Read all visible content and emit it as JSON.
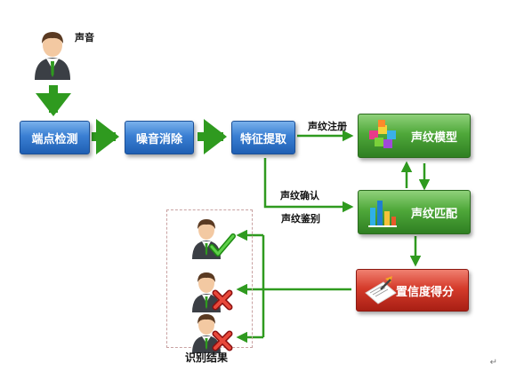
{
  "source_label": "声音",
  "nodes": {
    "endpoint": "端点检测",
    "denoise": "噪音消除",
    "feature": "特征提取",
    "model": "声纹模型",
    "match": "声纹匹配",
    "score": "置信度得分"
  },
  "edges": {
    "register": "声纹注册",
    "confirm": "声纹确认",
    "identify": "声纹鉴别"
  },
  "result_label": "识别结果",
  "results": [
    {
      "status": "match",
      "icon": "check-icon"
    },
    {
      "status": "no-match",
      "icon": "cross-icon"
    },
    {
      "status": "no-match",
      "icon": "cross-icon"
    }
  ],
  "corner_mark": "↵",
  "colors": {
    "arrow_green": "#2f9a1f",
    "box_blue": "#2f6fc6",
    "box_green": "#3f9a2f",
    "box_red": "#c9362a",
    "dashed_border": "#c9a2a2"
  }
}
